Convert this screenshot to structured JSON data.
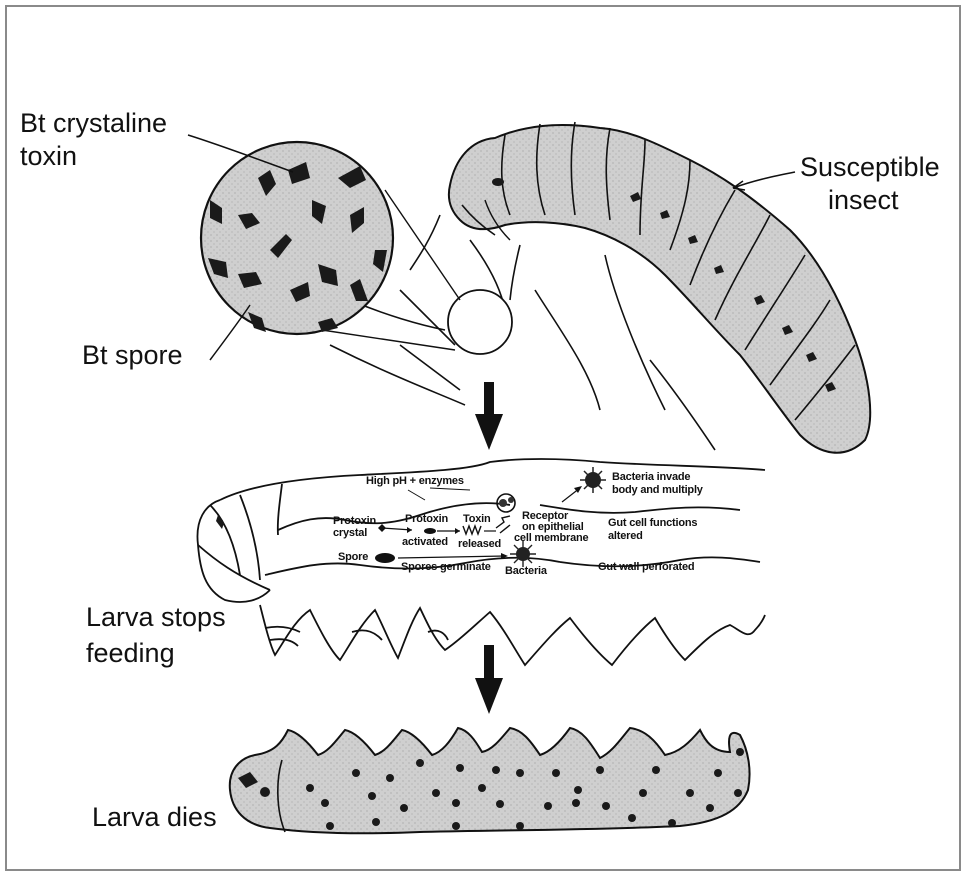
{
  "labels": {
    "bt_toxin_1": "Bt crystaline",
    "bt_toxin_2": "toxin",
    "susceptible_1": "Susceptible",
    "susceptible_2": "insect",
    "bt_spore": "Bt spore",
    "larva_stops_1": "Larva stops",
    "larva_stops_2": "feeding",
    "larva_dies": "Larva dies"
  },
  "process": {
    "high_ph": "High pH + enzymes",
    "bacteria_invade_1": "Bacteria invade",
    "bacteria_invade_2": "body and multiply",
    "protoxin_crystal_1": "Protoxin",
    "protoxin_crystal_2": "crystal",
    "protoxin_activated_1": "Protoxin",
    "protoxin_activated_2": "activated",
    "toxin_released_1": "Toxin",
    "toxin_released_2": "released",
    "receptor_1": "Receptor",
    "receptor_2": "on epithelial",
    "receptor_3": "cell membrane",
    "gut_cell_1": "Gut cell functions",
    "gut_cell_2": "altered",
    "spore": "Spore",
    "spores_germinate": "Spores germinate",
    "bacteria": "Bacteria",
    "gut_wall": "Gut wall perforated"
  },
  "colors": {
    "body_fill": "#cfcfcf",
    "spot": "#1a1a1a",
    "stroke": "#111111",
    "frame": "#8a8a8a"
  }
}
